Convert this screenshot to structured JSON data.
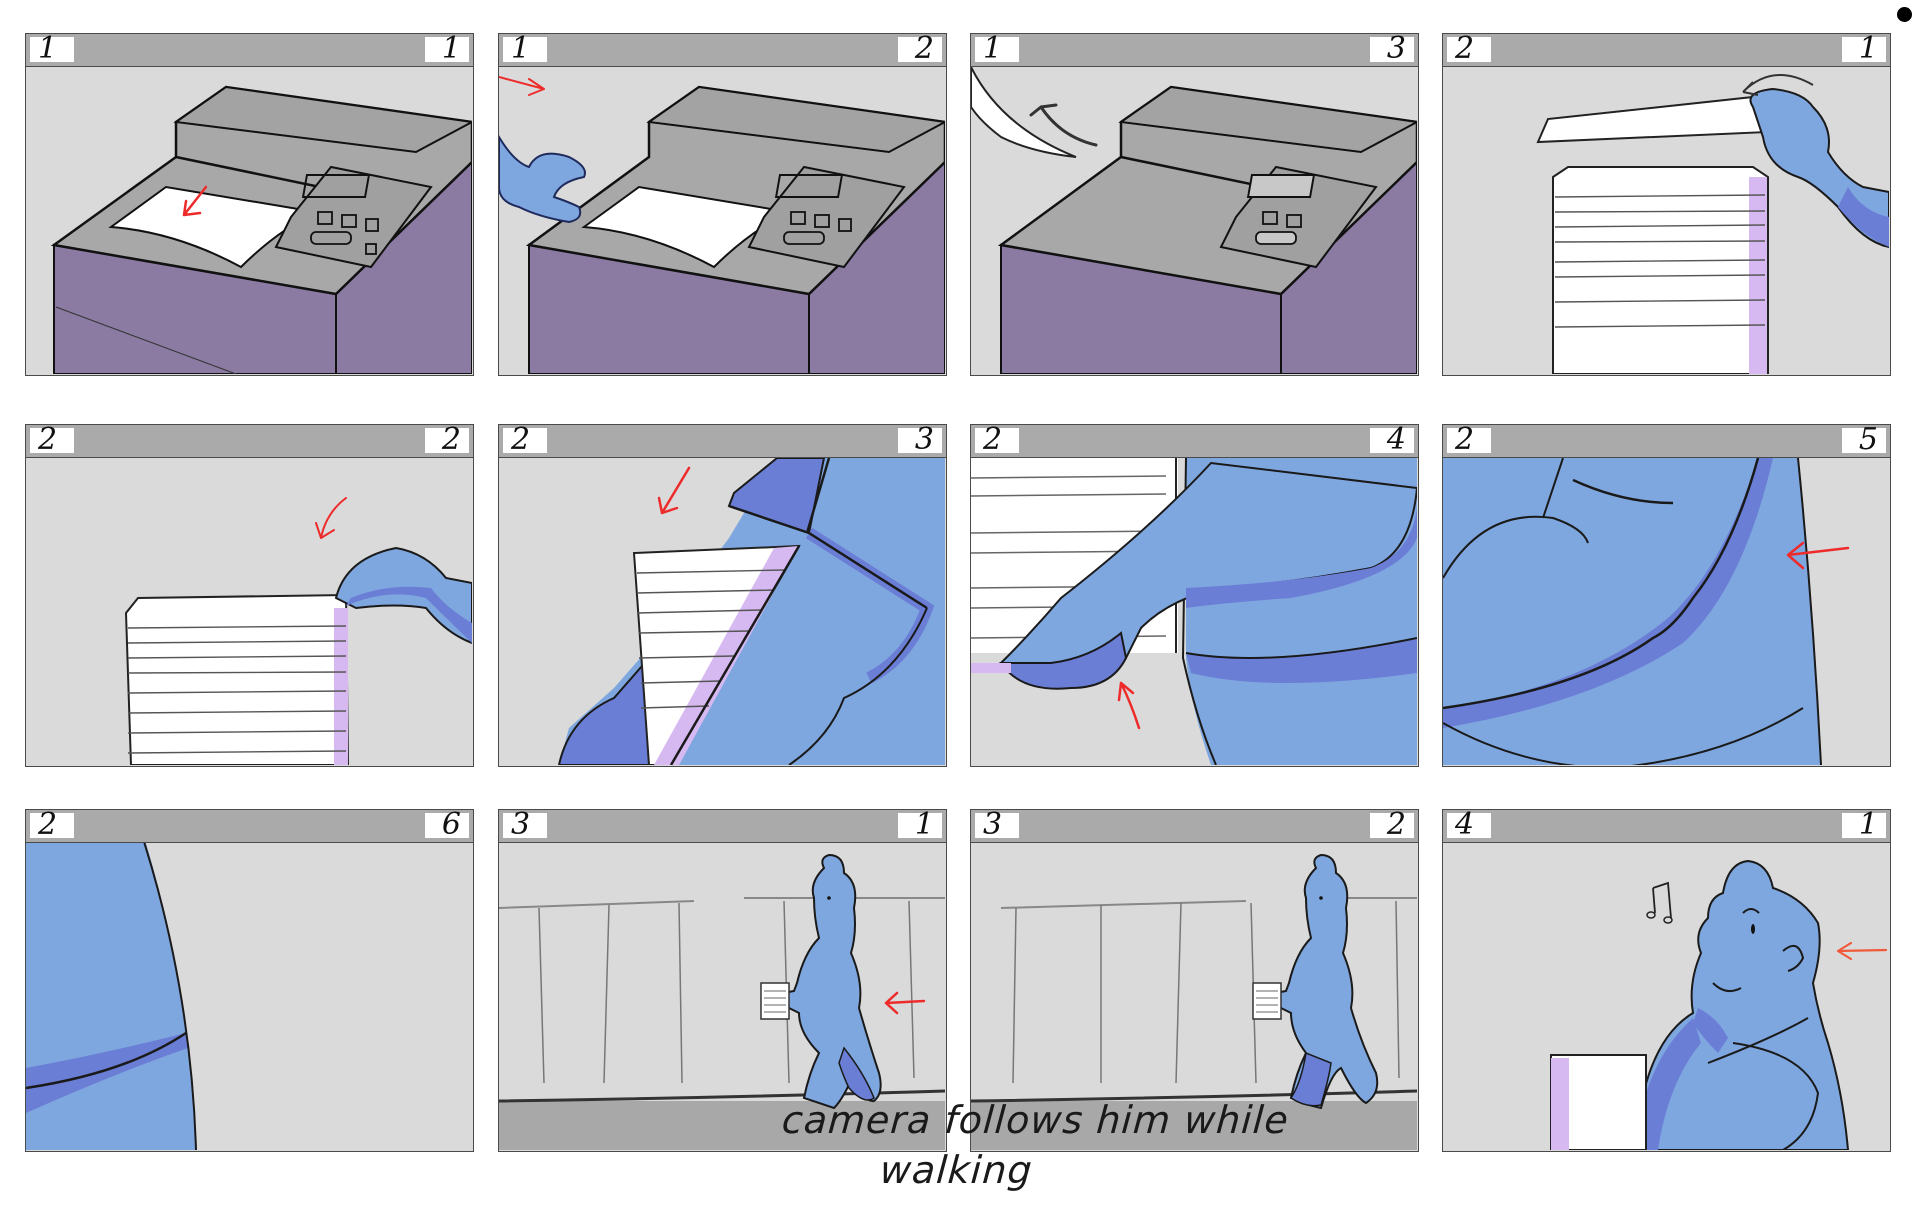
{
  "storyboard": {
    "colors": {
      "panel_bg": "#dadada",
      "header_bg": "#aaaaaa",
      "border": "#4a4a4a",
      "printer_gray": "#a8a8a8",
      "printer_purple": "#8b7ba3",
      "paper": "#ffffff",
      "character_blue": "#7fa7df",
      "character_shadow": "#6b7ed6",
      "paper_edge_lavender": "#d7b9f2",
      "direction_arrow_red": "#ee2b2b"
    },
    "panels": [
      {
        "scene": "1",
        "shot": "1",
        "description": "Printer outputting a sheet of paper",
        "arrow": "red arrow pointing down-left over paper"
      },
      {
        "scene": "1",
        "shot": "2",
        "description": "Blue hand reaches toward the printer",
        "arrow": "red arrow pointing right toward printer"
      },
      {
        "scene": "1",
        "shot": "3",
        "description": "Paper swooshes off the printer",
        "arrow": "motion arrow curving up-left"
      },
      {
        "scene": "2",
        "shot": "1",
        "description": "Hand places sheet on top of paper stack",
        "arrow": "curved arrow pointing left"
      },
      {
        "scene": "2",
        "shot": "2",
        "description": "Hand grabs paper stack",
        "arrow": "red curved arrow pointing down-left"
      },
      {
        "scene": "2",
        "shot": "3",
        "description": "Paper stack pulled against body",
        "arrow": "red arrow pointing down-left"
      },
      {
        "scene": "2",
        "shot": "4",
        "description": "Arm tucks stack under",
        "arrow": "red arrow pointing up"
      },
      {
        "scene": "2",
        "shot": "5",
        "description": "Close-up of arm against torso",
        "arrow": "red arrow pointing left"
      },
      {
        "scene": "2",
        "shot": "6",
        "description": "Character exits frame left",
        "arrow": ""
      },
      {
        "scene": "3",
        "shot": "1",
        "description": "Character walks down hallway carrying papers",
        "arrow": "red arrow pointing left"
      },
      {
        "scene": "3",
        "shot": "2",
        "description": "Character continues walking down hallway",
        "arrow": ""
      },
      {
        "scene": "4",
        "shot": "1",
        "description": "Character hums while walking, musical note",
        "arrow": "red arrow pointing left"
      }
    ],
    "caption": {
      "line1": "camera follows him while",
      "line2": "walking"
    }
  }
}
